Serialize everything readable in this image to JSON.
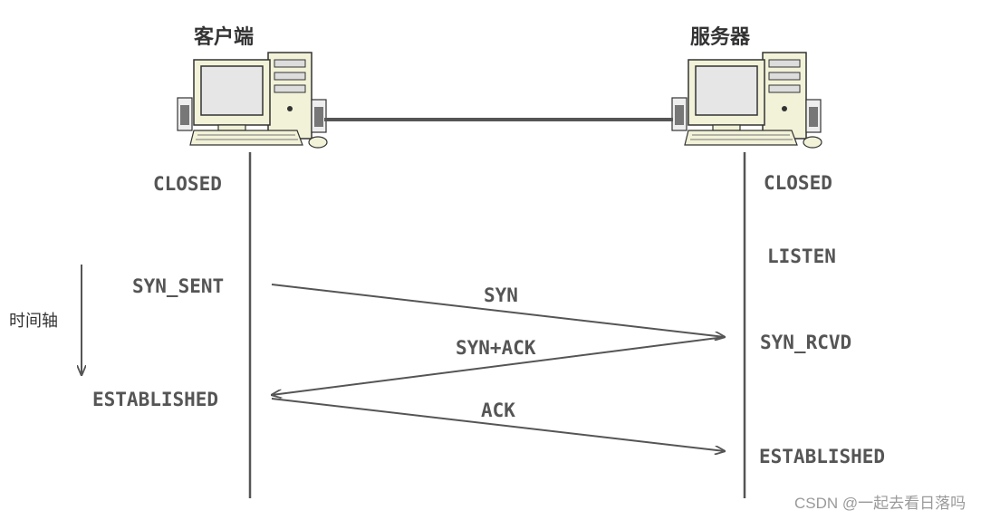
{
  "client": {
    "title": "客户端",
    "state_closed": "CLOSED",
    "state_syn_sent": "SYN_SENT",
    "state_established": "ESTABLISHED"
  },
  "server": {
    "title": "服务器",
    "state_closed": "CLOSED",
    "state_listen": "LISTEN",
    "state_syn_rcvd": "SYN_RCVD",
    "state_established": "ESTABLISHED"
  },
  "messages": {
    "syn": "SYN",
    "syn_ack": "SYN+ACK",
    "ack": "ACK"
  },
  "time_axis_label": "时间轴",
  "watermark": "CSDN @一起去看日落吗",
  "icons": {
    "client": "desktop-computer-icon",
    "server": "desktop-computer-icon"
  },
  "colors": {
    "line": "#555555",
    "text": "#555555",
    "monitor_screen": "#e6e6e6",
    "case": "#f2f2d8"
  }
}
